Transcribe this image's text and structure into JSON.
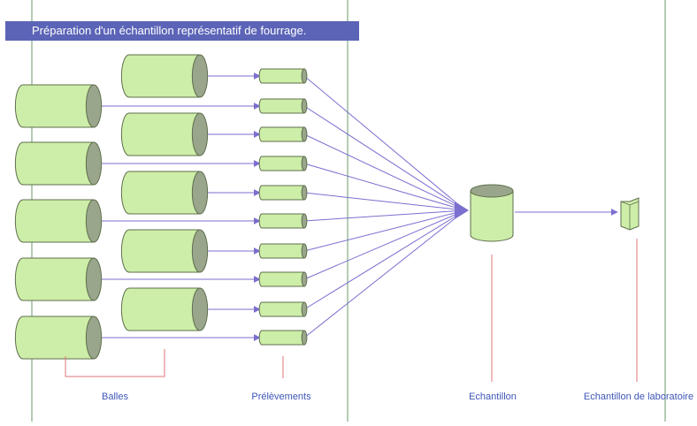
{
  "title": "Préparation d'un échantillon représentatif de fourrage.",
  "labels": {
    "balles": "Balles",
    "prelevements": "Prélèvements",
    "echantillon": "Echantillon",
    "echantillon_laboratoire": "Echantillon de laboratoire"
  },
  "colors": {
    "banner": "#5b64b7",
    "cylinder_fill": "#cdeea8",
    "cylinder_stroke": "#5f6f4e",
    "cylinder_end": "#9aa68b",
    "arrow": "#7b6fd0",
    "label_line": "#e2747a",
    "label_text": "#3e55b8",
    "divider": "#6a9a6a"
  }
}
